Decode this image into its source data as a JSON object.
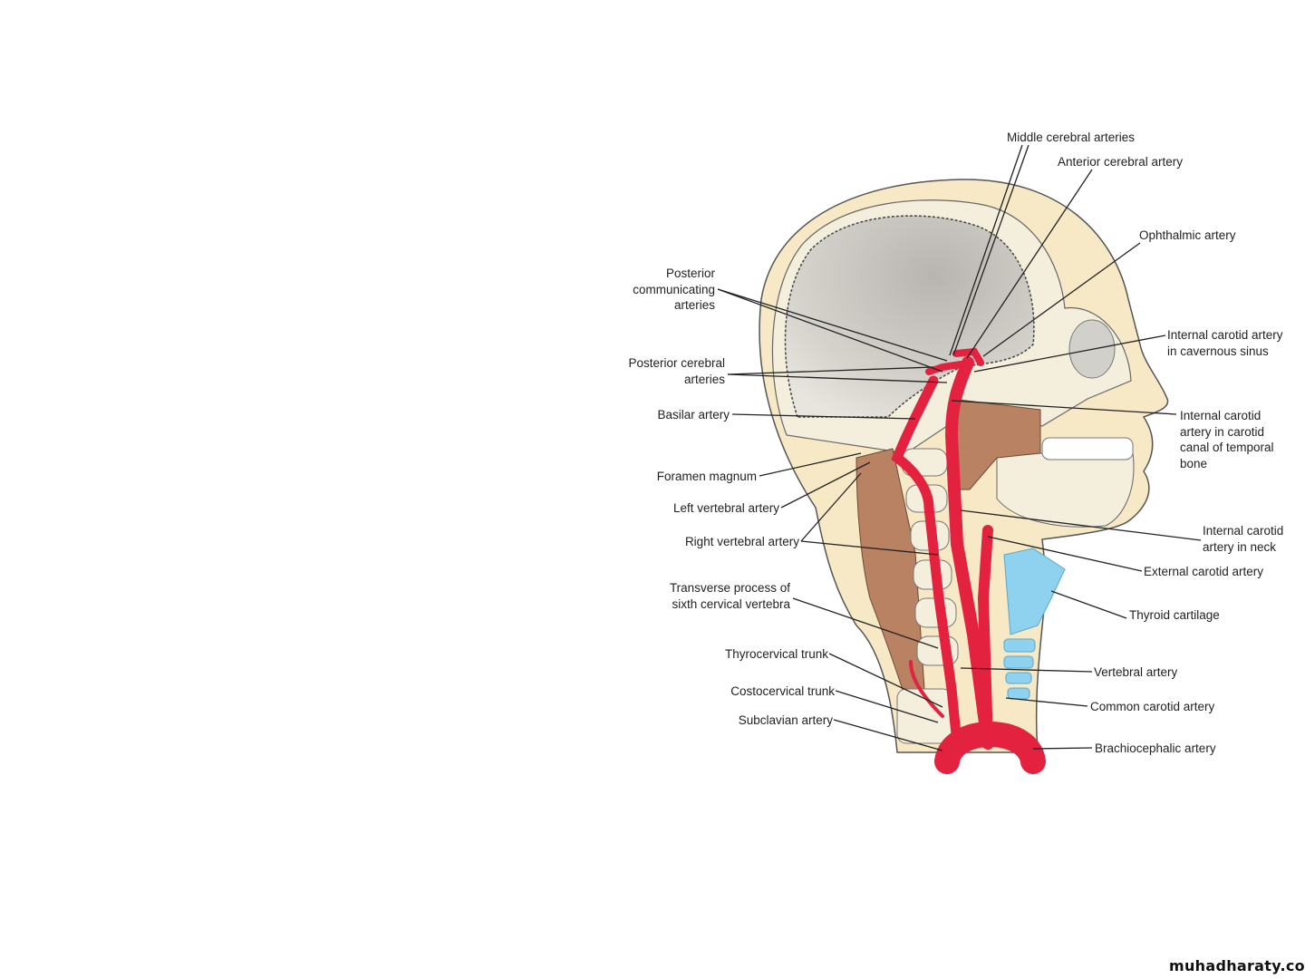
{
  "diagram": {
    "labels": {
      "middle_cerebral": "Middle cerebral arteries",
      "anterior_cerebral": "Anterior cerebral artery",
      "ophthalmic": "Ophthalmic artery",
      "posterior_communicating": [
        "Posterior",
        "communicating",
        "arteries"
      ],
      "ica_cavernous": [
        "Internal carotid artery",
        "in cavernous sinus"
      ],
      "posterior_cerebral": [
        "Posterior cerebral",
        "arteries"
      ],
      "basilar": "Basilar artery",
      "ica_carotid_canal": [
        "Internal carotid",
        "artery in carotid",
        "canal of temporal",
        "bone"
      ],
      "foramen_magnum": "Foramen magnum",
      "left_vertebral": "Left vertebral artery",
      "right_vertebral": "Right vertebral artery",
      "ica_neck": [
        "Internal carotid",
        "artery in neck"
      ],
      "external_carotid": "External carotid artery",
      "transverse_process": [
        "Transverse process of",
        "sixth cervical vertebra"
      ],
      "thyroid_cartilage": "Thyroid cartilage",
      "thyrocervical": "Thyrocervical trunk",
      "vertebral": "Vertebral artery",
      "costocervical": "Costocervical trunk",
      "common_carotid": "Common carotid artery",
      "subclavian": "Subclavian artery",
      "brachiocephalic": "Brachiocephalic artery"
    },
    "colors": {
      "artery": "#e2223f",
      "skin": "#f7e9c6",
      "bone": "#f4eedc",
      "brain": "#c9c6c0",
      "muscle": "#b98262",
      "cartilage": "#8fd2f0"
    }
  },
  "watermark": "muhadharaty.com"
}
